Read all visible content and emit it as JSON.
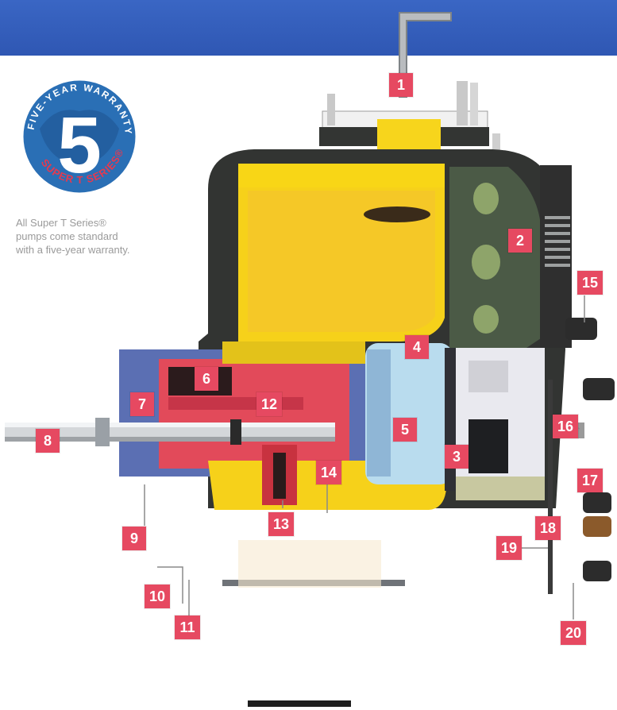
{
  "badge": {
    "arc_text": "FIVE-YEAR WARRANTY",
    "numeral": "5",
    "series_text": "SUPER T SERIES",
    "registered_mark": "®"
  },
  "caption": {
    "line1": "All Super T Series®",
    "line2": "pumps come standard",
    "line3": "with a five-year warranty."
  },
  "callouts": [
    "1",
    "2",
    "3",
    "4",
    "5",
    "6",
    "7",
    "8",
    "9",
    "10",
    "11",
    "12",
    "13",
    "14",
    "15",
    "16",
    "17",
    "18",
    "19",
    "20"
  ],
  "colors": {
    "banner": "#3260c0",
    "callout": "#e64961",
    "casing_yellow": "#f7d51c",
    "impeller_red": "#e24a5a",
    "body_blue": "#5b6fb3",
    "dark_iron": "#3a3d3a",
    "caption_gray": "#9a9a9a"
  }
}
